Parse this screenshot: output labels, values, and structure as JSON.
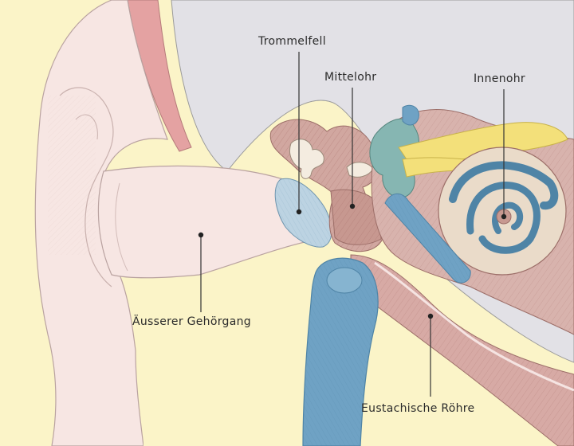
{
  "labels": {
    "tympanic_membrane": "Trommelfell",
    "middle_ear": "Mittelohr",
    "inner_ear": "Innenohr",
    "ear_canal": "Äusserer Gehörgang",
    "eustachian_tube": "Eustachische Röhre"
  },
  "colors": {
    "skin": "#f7e6e3",
    "skin_outline": "#b9a2a0",
    "fat": "#fbf4c8",
    "bone": "#d1a7a0",
    "bone_dark": "#b98982",
    "cavity": "#e2e1e6",
    "blue": "#6fa2c4",
    "teal": "#86b6b2",
    "yellow_nerve": "#f3e07a",
    "cochlea_bg": "#eadbc9",
    "line": "#333333"
  }
}
